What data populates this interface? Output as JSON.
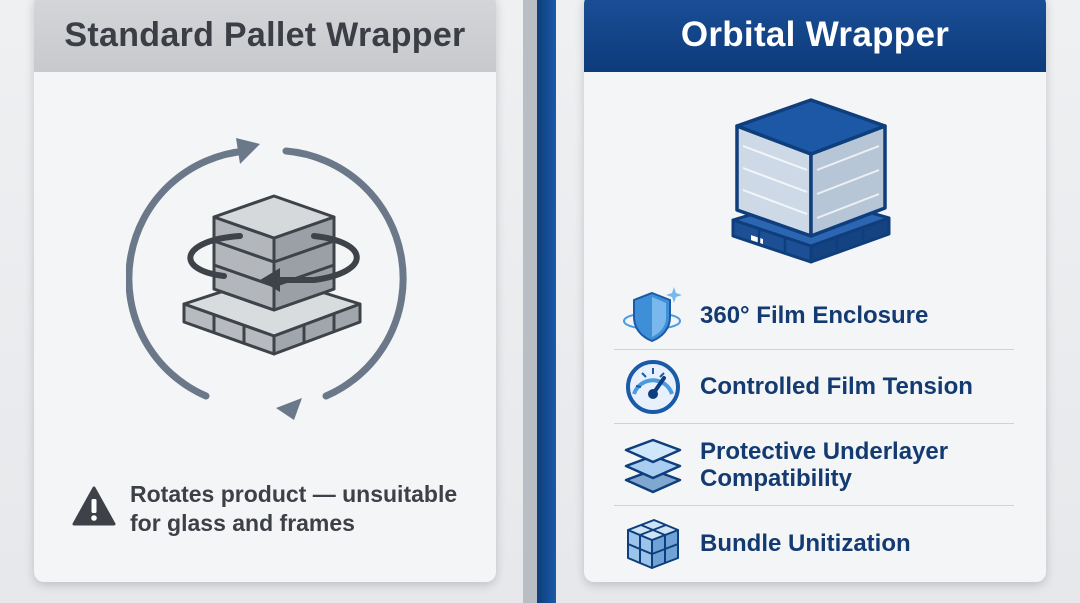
{
  "left_panel": {
    "title": "Standard Pallet Wrapper",
    "warning_text": "Rotates product — unsuitable for glass and frames",
    "icons": [
      "rotation-arrows-icon",
      "stacked-boxes-on-pallet-icon",
      "warning-triangle-icon"
    ]
  },
  "right_panel": {
    "title": "Orbital Wrapper",
    "illustration": "wrapped-cube-on-pallet-icon",
    "features": [
      {
        "label": "360° Film Enclosure",
        "icon": "shield-icon"
      },
      {
        "label": "Controlled Film Tension",
        "icon": "gauge-icon"
      },
      {
        "label": "Protective Underlayer Compatibility",
        "icon": "layers-icon"
      },
      {
        "label": "Bundle Unitization",
        "icon": "bundle-cubes-icon"
      }
    ]
  },
  "colors": {
    "left_header_bg": "#cacccf",
    "right_header_bg": "#134584",
    "feature_text": "#133b72",
    "warning_text": "#3d4046",
    "divider_blue": "#1a5aa8"
  }
}
